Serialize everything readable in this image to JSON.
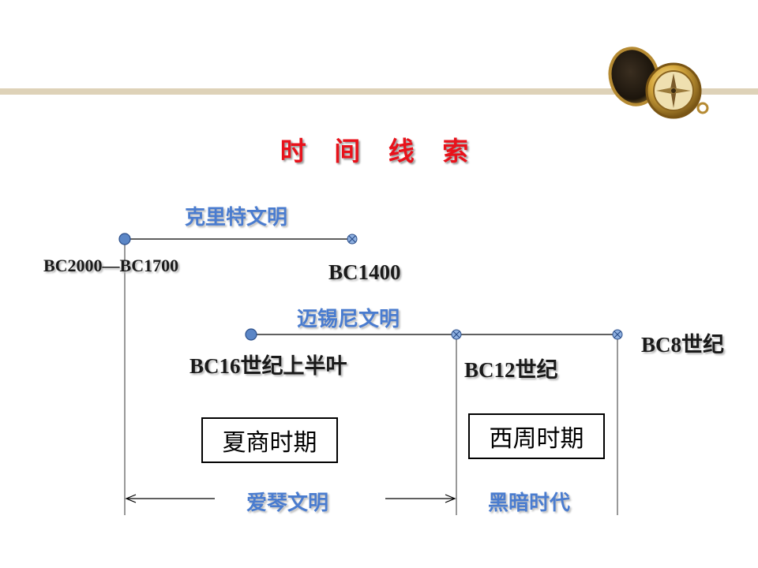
{
  "title": "时 间 线 索",
  "civilizations": {
    "minoan": "克里特文明",
    "mycenaean": "迈锡尼文明",
    "aegean": "爱琴文明",
    "dark_age": "黑暗时代"
  },
  "dates": {
    "bc2000_1700": "BC2000—BC1700",
    "bc1400": "BC1400",
    "bc16_first_half": "BC16世纪上半叶",
    "bc12": "BC12世纪",
    "bc8": "BC8世纪"
  },
  "periods": {
    "xia_shang": "夏商时期",
    "western_zhou": "西周时期"
  },
  "colors": {
    "title": "#e8121b",
    "civ_label": "#4a7ccf",
    "start_dot": "#5b86c6",
    "top_bar": "#ded2b8"
  },
  "icons": {
    "decoration": "compass-icon"
  }
}
